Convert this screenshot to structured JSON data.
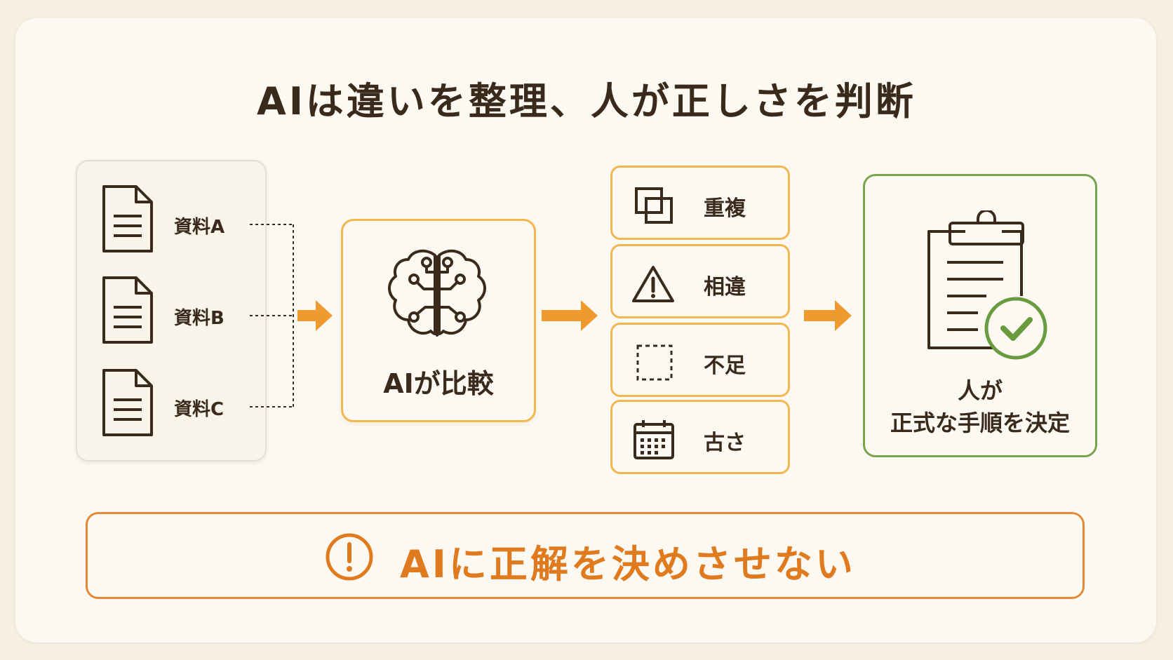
{
  "title": "AIは違いを整理、人が正しさを判断",
  "documents": [
    {
      "label": "資料A",
      "icon": "document-icon"
    },
    {
      "label": "資料B",
      "icon": "document-icon"
    },
    {
      "label": "資料C",
      "icon": "document-icon"
    }
  ],
  "ai_step": {
    "label": "AIが比較",
    "icon": "brain-circuit-icon"
  },
  "issues": [
    {
      "label": "重複",
      "icon": "overlap-squares-icon"
    },
    {
      "label": "相違",
      "icon": "warning-triangle-icon"
    },
    {
      "label": "不足",
      "icon": "dashed-square-icon"
    },
    {
      "label": "古さ",
      "icon": "calendar-icon"
    }
  ],
  "human_step": {
    "line1": "人が",
    "line2": "正式な手順を決定",
    "icon": "clipboard-check-icon"
  },
  "warning": {
    "text": "AIに正解を決めさせない",
    "icon": "exclamation-circle-icon"
  },
  "colors": {
    "background": "#f6f0e2",
    "card": "#fcf9f2",
    "text": "#3a2a1c",
    "accent_orange": "#f4b650",
    "arrow_orange": "#ef9a2e",
    "warning_orange": "#e07a1e",
    "human_green": "#7aa34e"
  }
}
